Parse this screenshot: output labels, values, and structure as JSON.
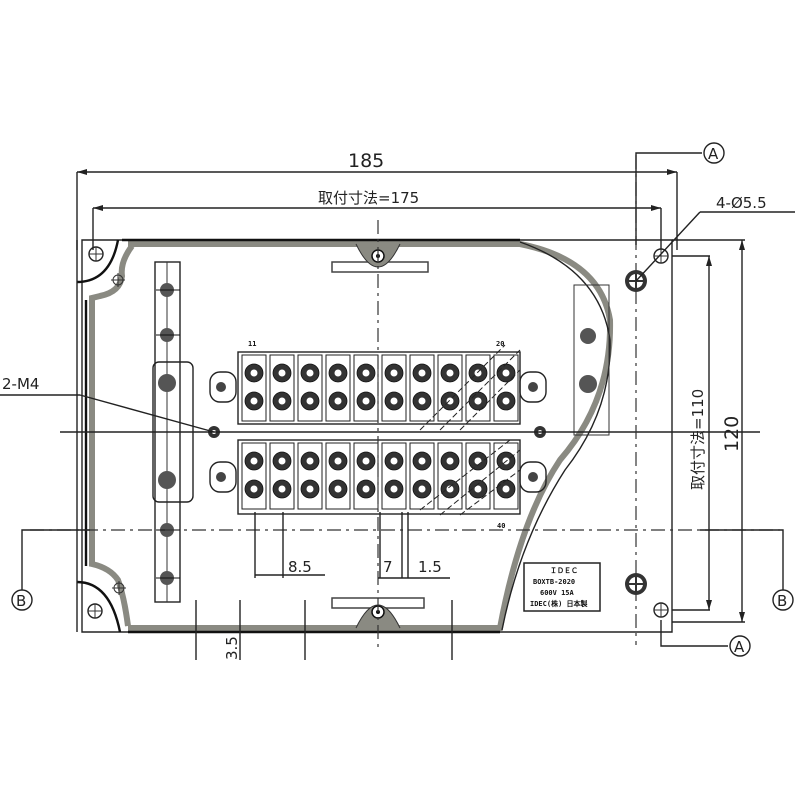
{
  "drawing": {
    "type": "terminal box dimension drawing (top view)",
    "colors": {
      "line": "#222222",
      "gasket": "#8a8a82",
      "background": "#ffffff"
    }
  },
  "dimensions": {
    "overall_width": "185",
    "mount_width": "取付寸法=175",
    "overall_height": "120",
    "mount_height": "取付寸法=110",
    "mount_holes": "4-Ø5.5",
    "terminal_screws": "2-M4",
    "pitch": "8.5",
    "gap_7": "7",
    "gap_1_5": "1.5",
    "wall": "3.5"
  },
  "section_markers": {
    "a_top": "A",
    "a_bottom": "A",
    "b_left": "B",
    "b_right": "B"
  },
  "terminal_block": {
    "top_start_number": "11",
    "top_end_number": "20",
    "bottom_end_number": "40",
    "columns": 10,
    "rows": 2
  },
  "nameplate": {
    "brand": "ＩＤＥＣ",
    "model": "BOXTB-2020",
    "rating": "600V 15A",
    "note": "IDEC(株) 日本製"
  }
}
